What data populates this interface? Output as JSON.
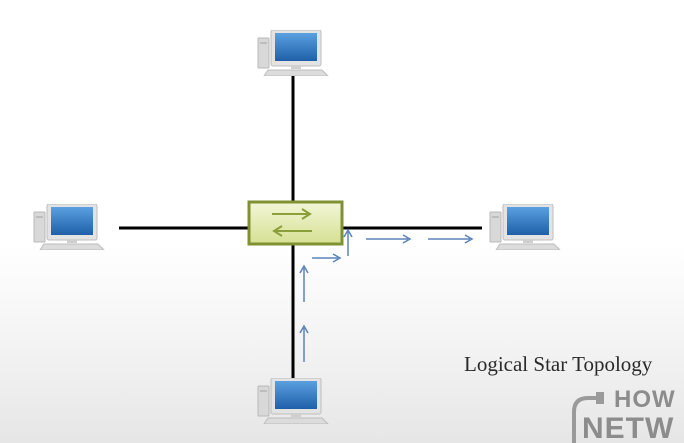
{
  "diagram": {
    "title": "Logical Star Topology",
    "nodes": [
      {
        "id": "pc-top",
        "type": "computer",
        "icon": "computer-icon"
      },
      {
        "id": "pc-left",
        "type": "computer",
        "icon": "computer-icon"
      },
      {
        "id": "pc-right",
        "type": "computer",
        "icon": "computer-icon"
      },
      {
        "id": "pc-bottom",
        "type": "computer",
        "icon": "computer-icon"
      },
      {
        "id": "switch",
        "type": "switch",
        "icon": "switch-icon"
      }
    ],
    "links": [
      {
        "from": "switch",
        "to": "pc-top"
      },
      {
        "from": "switch",
        "to": "pc-left"
      },
      {
        "from": "switch",
        "to": "pc-right"
      },
      {
        "from": "switch",
        "to": "pc-bottom"
      }
    ],
    "traffic_flow": {
      "from": "pc-bottom",
      "via": "switch",
      "to": "pc-right"
    }
  },
  "logo": {
    "line1": "HOW",
    "line2": "NETW"
  },
  "colors": {
    "line": "#000000",
    "arrow": "#5b83b8",
    "switch_fill": "#e6edb0",
    "switch_border": "#7f9133",
    "screen": "#2f78c4",
    "monitor": "#d9d9d9"
  }
}
